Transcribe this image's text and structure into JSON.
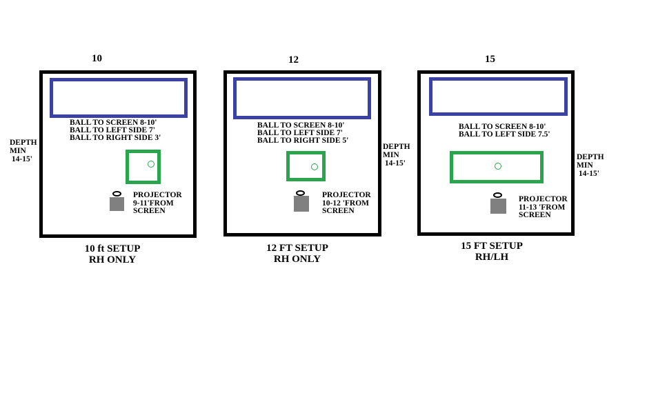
{
  "colors": {
    "screen_border": "#3b42a3",
    "mat_border": "#2aa44d",
    "projector_body": "#808080",
    "room_border": "#000000",
    "text": "#000000",
    "background": "#ffffff"
  },
  "diagrams": [
    {
      "id": "10ft",
      "title": "10",
      "ball_info": [
        "BALL TO SCREEN 8-10'",
        "BALL TO LEFT SIDE 7'",
        "BALL TO RIGHT SIDE 3'"
      ],
      "projector_info": [
        "PROJECTOR",
        "9-11'FROM",
        "SCREEN"
      ],
      "caption": [
        "10 ft SETUP",
        "RH ONLY"
      ]
    },
    {
      "id": "12ft",
      "title": "12",
      "ball_info": [
        "BALL TO SCREEN 8-10'",
        "BALL TO LEFT SIDE 7'",
        "BALL TO RIGHT SIDE 5'"
      ],
      "projector_info": [
        "PROJECTOR",
        "10-12 'FROM",
        "SCREEN"
      ],
      "caption": [
        "12 FT SETUP",
        "RH ONLY"
      ]
    },
    {
      "id": "15ft",
      "title": "15",
      "ball_info": [
        "BALL TO SCREEN 8-10'",
        "BALL TO LEFT SIDE 7.5'"
      ],
      "projector_info": [
        "PROJECTOR",
        "11-13 'FROM",
        "SCREEN"
      ],
      "caption": [
        "15 FT SETUP",
        "RH/LH"
      ]
    }
  ],
  "depth_labels": [
    {
      "lines": [
        "DEPTH",
        "MIN",
        " 14-15'"
      ]
    },
    {
      "lines": [
        "DEPTH",
        "MIN",
        " 14-15'"
      ]
    },
    {
      "lines": [
        "DEPTH",
        "MIN",
        " 14-15'"
      ]
    }
  ]
}
